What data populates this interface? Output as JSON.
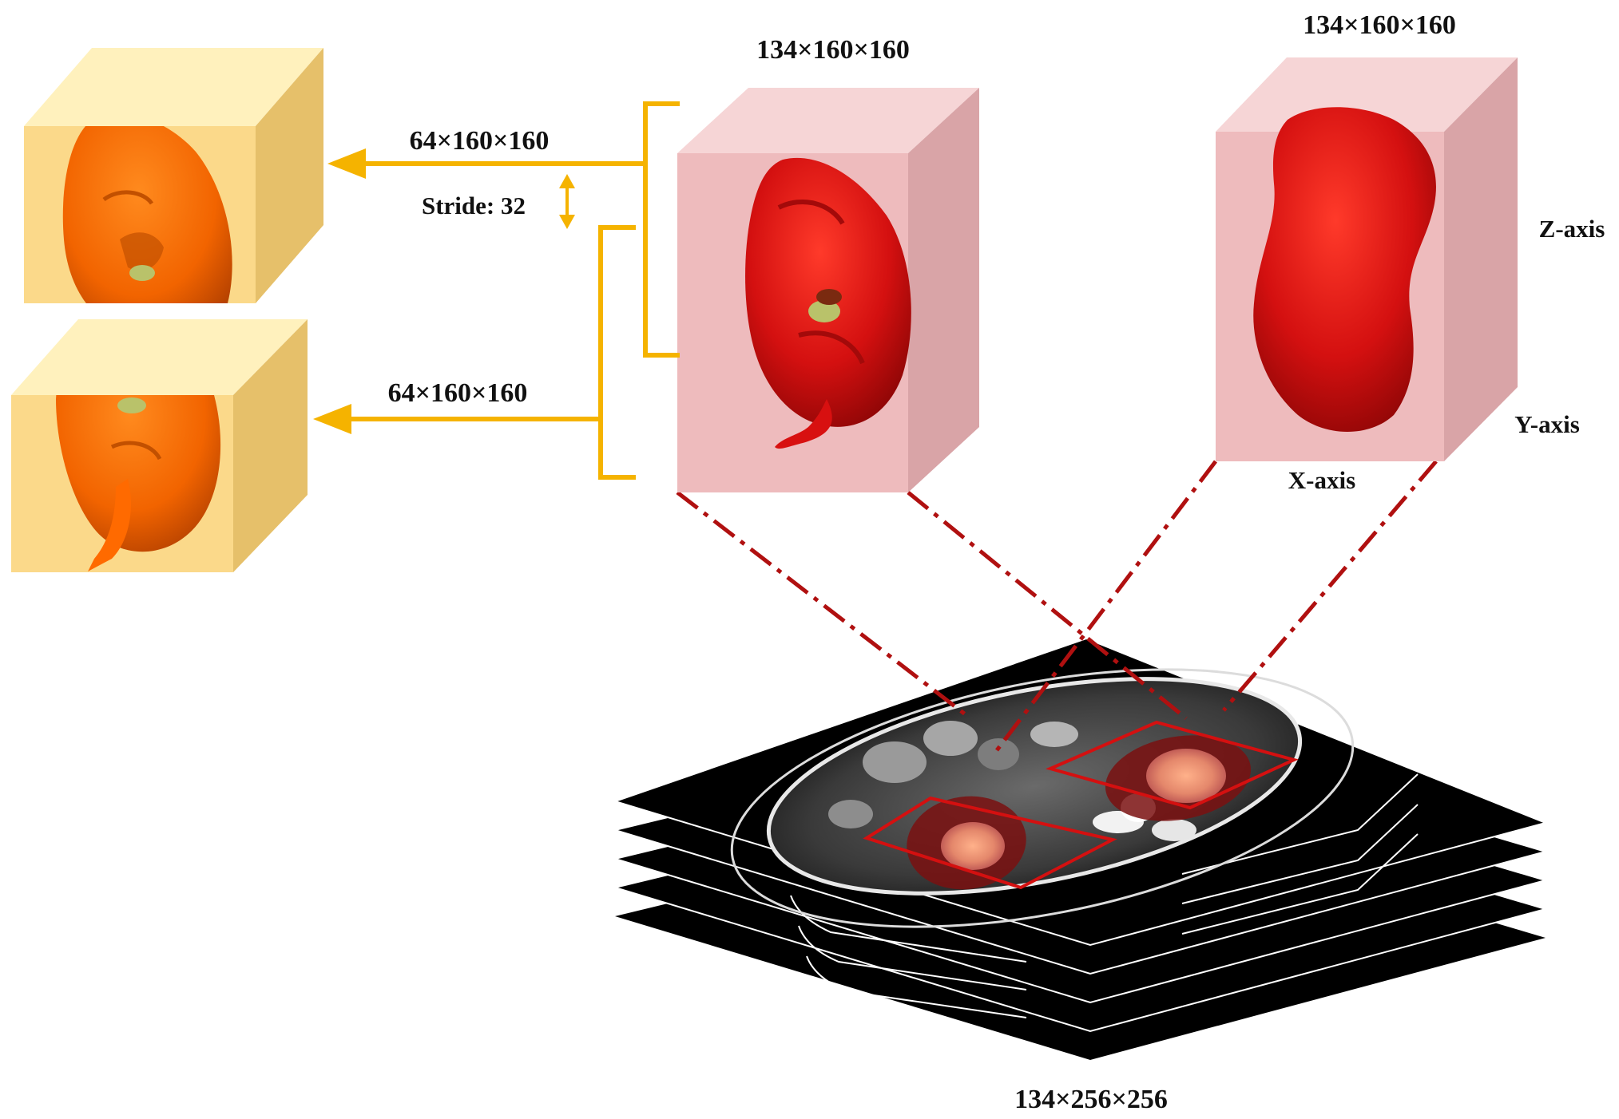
{
  "labels": {
    "volume_middle_dims": "134×160×160",
    "volume_right_dims": "134×160×160",
    "patch_top_dims": "64×160×160",
    "patch_bottom_dims": "64×160×160",
    "stride": "Stride: 32",
    "z_axis": "Z-axis",
    "y_axis": "Y-axis",
    "x_axis": "X-axis",
    "ct_stack_dims": "134×256×256"
  },
  "colors": {
    "arrow_orange": "#f5b300",
    "patch_box": "#fbd98a",
    "volume_box": "#eebbbd",
    "kidney_red": "#d81010",
    "kidney_orange": "#ff6a00",
    "guide_dark_red": "#b01010"
  }
}
